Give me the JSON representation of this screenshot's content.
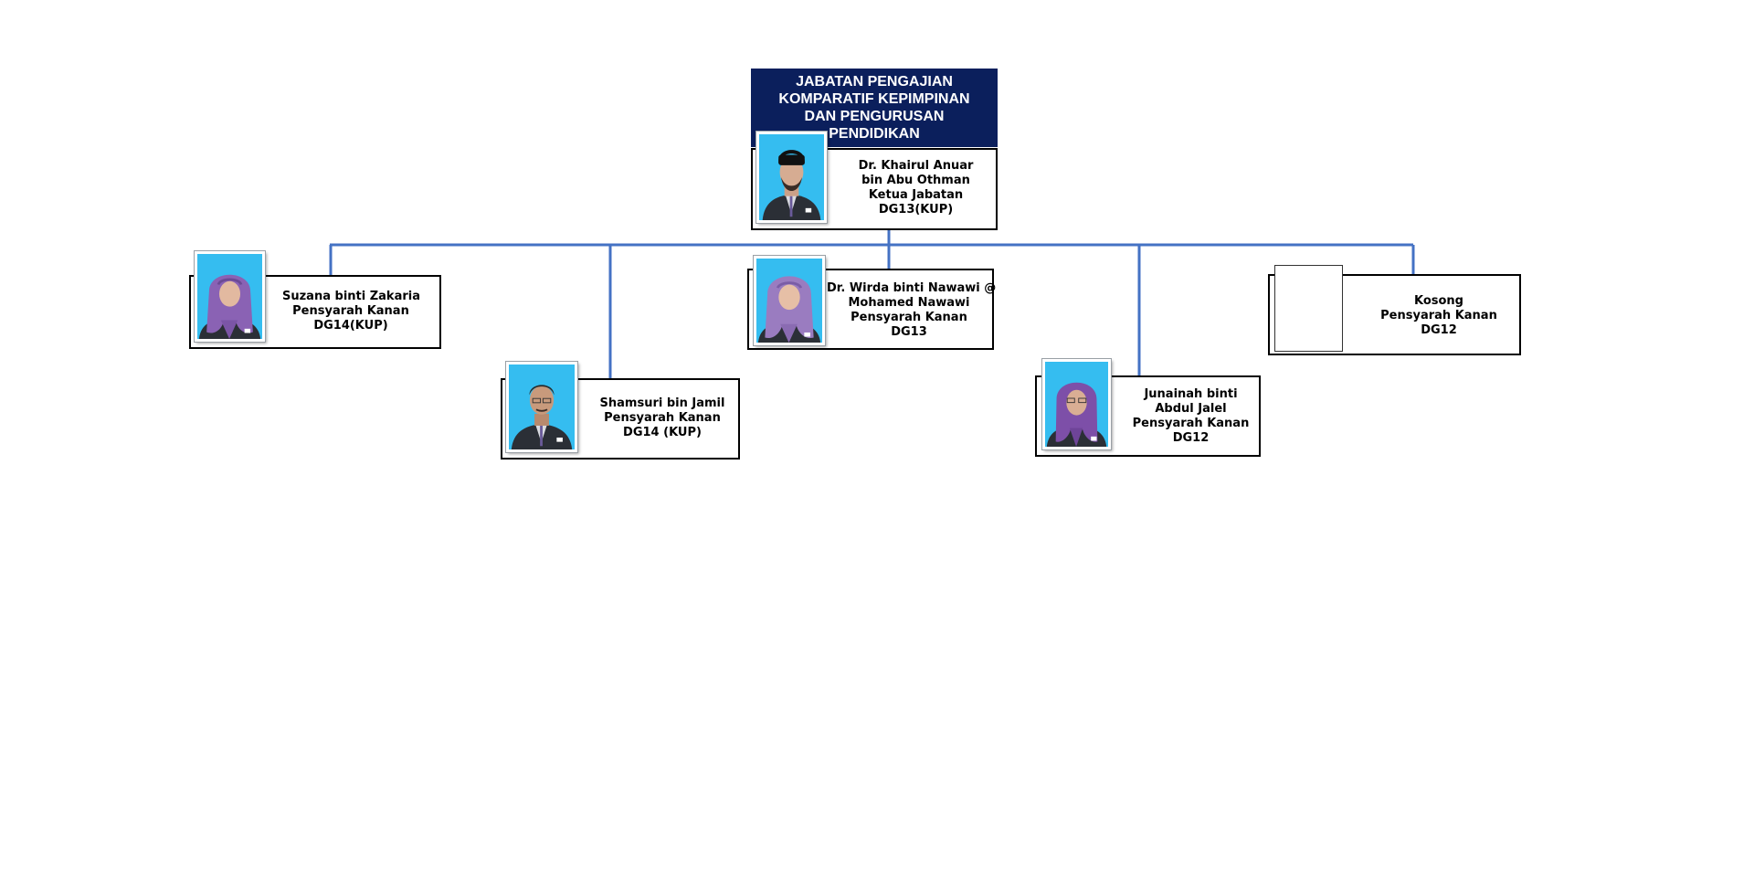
{
  "department": {
    "title_lines": [
      "JABATAN PENGAJIAN",
      "KOMPARATIF KEPIMPINAN",
      "DAN PENGURUSAN",
      "PENDIDIKAN"
    ]
  },
  "colors": {
    "title_background": "#0b1f5c",
    "connector_line": "#4472c4",
    "photo_background": "#35bdf0",
    "card_border": "#000000"
  },
  "head": {
    "lines": [
      "Dr. Khairul Anuar",
      "bin Abu Othman",
      "Ketua Jabatan",
      "DG13(KUP)"
    ],
    "photo": "portrait-man-cap-icon"
  },
  "staff": [
    {
      "lines": [
        "Suzana binti Zakaria",
        "Pensyarah Kanan",
        "DG14(KUP)"
      ],
      "photo": "portrait-woman-hijab-icon"
    },
    {
      "lines": [
        "Shamsuri bin Jamil",
        "Pensyarah Kanan",
        "DG14 (KUP)"
      ],
      "photo": "portrait-man-icon"
    },
    {
      "lines": [
        "Dr. Wirda binti Nawawi @",
        "Mohamed Nawawi",
        "Pensyarah Kanan",
        "DG13"
      ],
      "photo": "portrait-woman-hijab-icon"
    },
    {
      "lines": [
        "Junainah binti",
        "Abdul Jalel",
        "Pensyarah Kanan",
        "DG12"
      ],
      "photo": "portrait-woman-hijab-icon"
    },
    {
      "lines": [
        "Kosong",
        "Pensyarah Kanan",
        "DG12"
      ],
      "photo": "empty-photo-frame"
    }
  ]
}
